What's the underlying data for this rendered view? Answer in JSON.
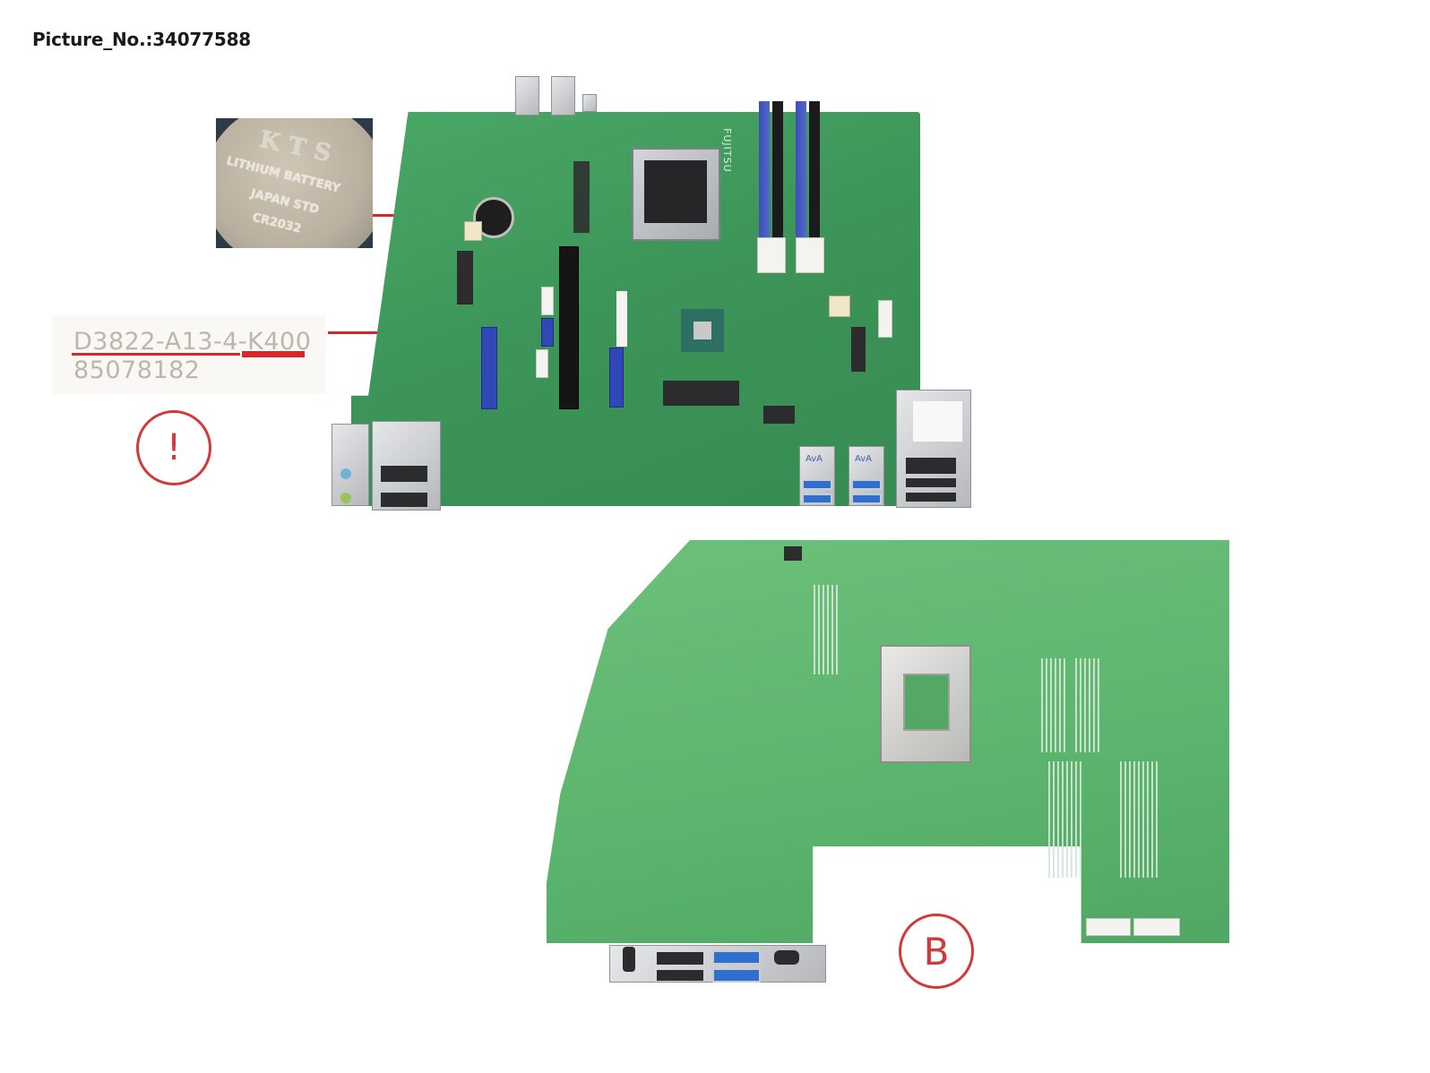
{
  "header": {
    "picture_number": "Picture_No.:34077588"
  },
  "battery_inset": {
    "brand": "KTS",
    "line1": "LITHIUM BATTERY",
    "line2": "JAPAN STD",
    "line3": "CR2032"
  },
  "part_label": {
    "part_number": "D3822-A13-4-K400",
    "serial": "85078182"
  },
  "markers": {
    "warning_symbol": "!",
    "view_b_symbol": "B"
  },
  "board_top": {
    "brand_silkscreen": "FUJITSU",
    "usb_markings": [
      "AvA",
      "AvA"
    ]
  },
  "colors": {
    "accent_red": "#d5282b",
    "pcb_green": "#3f9a5c",
    "pcb_green_back": "#5bb46d",
    "dimm_blue": "#3a4fb8"
  }
}
